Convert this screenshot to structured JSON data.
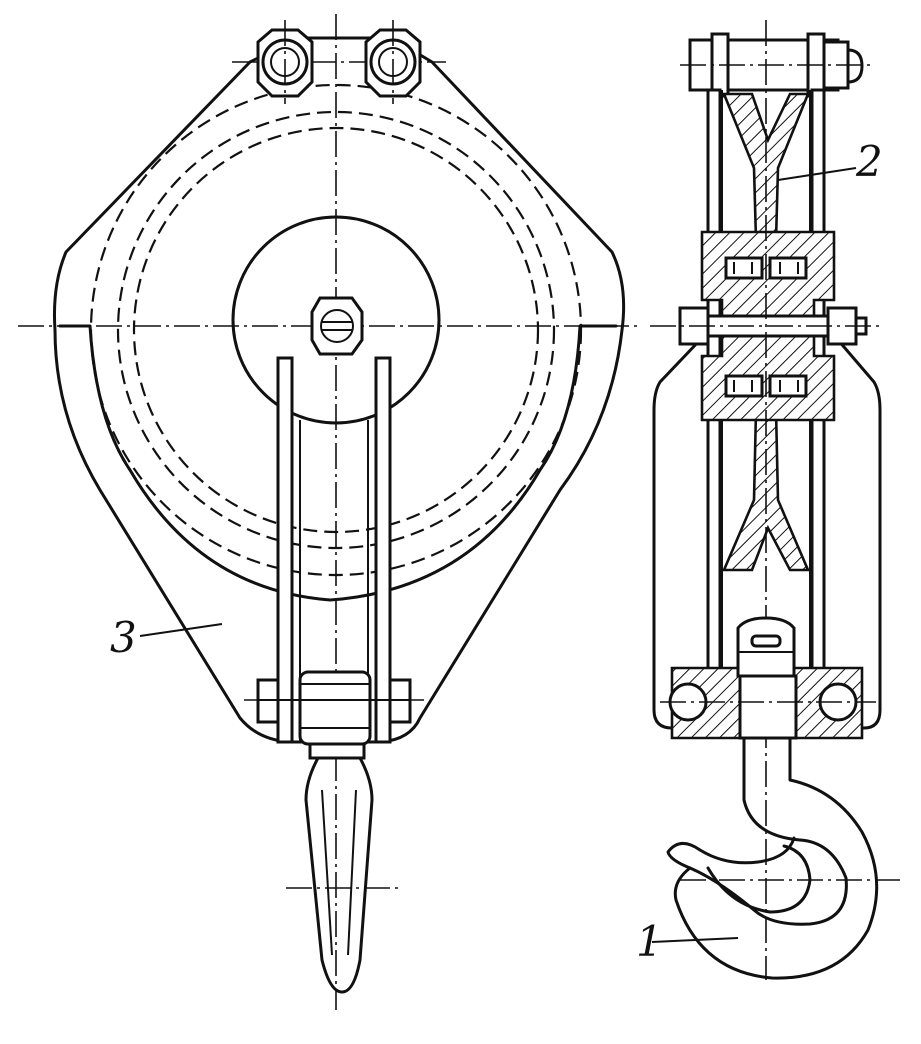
{
  "labels": {
    "part_1": "1",
    "part_2": "2",
    "part_3": "3"
  }
}
